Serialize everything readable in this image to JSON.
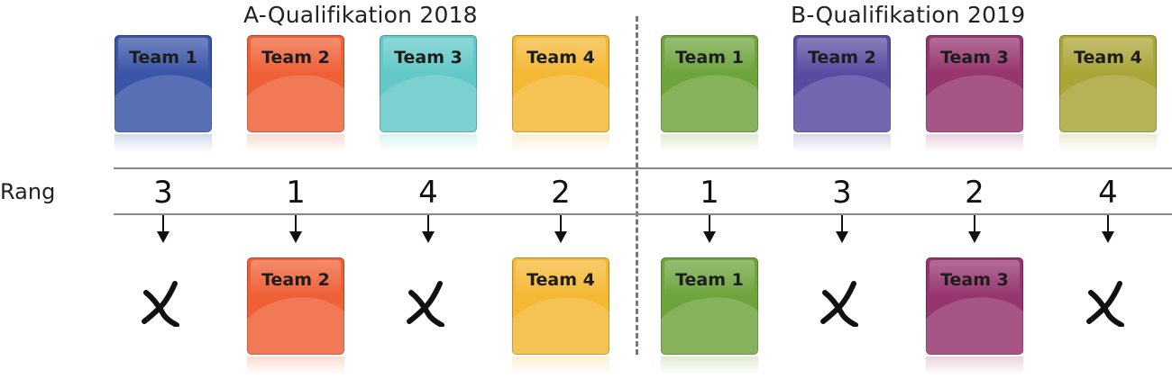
{
  "groups": [
    {
      "title": "A-Qualifikation 2018",
      "teams": [
        {
          "label": "Team 1",
          "color": "#3a55a8",
          "rank": "3",
          "qualified": false
        },
        {
          "label": "Team 2",
          "color": "#ef6036",
          "rank": "1",
          "qualified": true
        },
        {
          "label": "Team 3",
          "color": "#62c9c8",
          "rank": "4",
          "qualified": false
        },
        {
          "label": "Team 4",
          "color": "#f4b834",
          "rank": "2",
          "qualified": true
        }
      ]
    },
    {
      "title": "B-Qualifikation 2019",
      "teams": [
        {
          "label": "Team 1",
          "color": "#6ea43c",
          "rank": "1",
          "qualified": true
        },
        {
          "label": "Team 2",
          "color": "#5a4ba2",
          "rank": "3",
          "qualified": false
        },
        {
          "label": "Team 3",
          "color": "#96356e",
          "rank": "2",
          "qualified": true
        },
        {
          "label": "Team 4",
          "color": "#a9a537",
          "rank": "4",
          "qualified": false
        }
      ]
    }
  ],
  "rank_row_label": "Rang"
}
